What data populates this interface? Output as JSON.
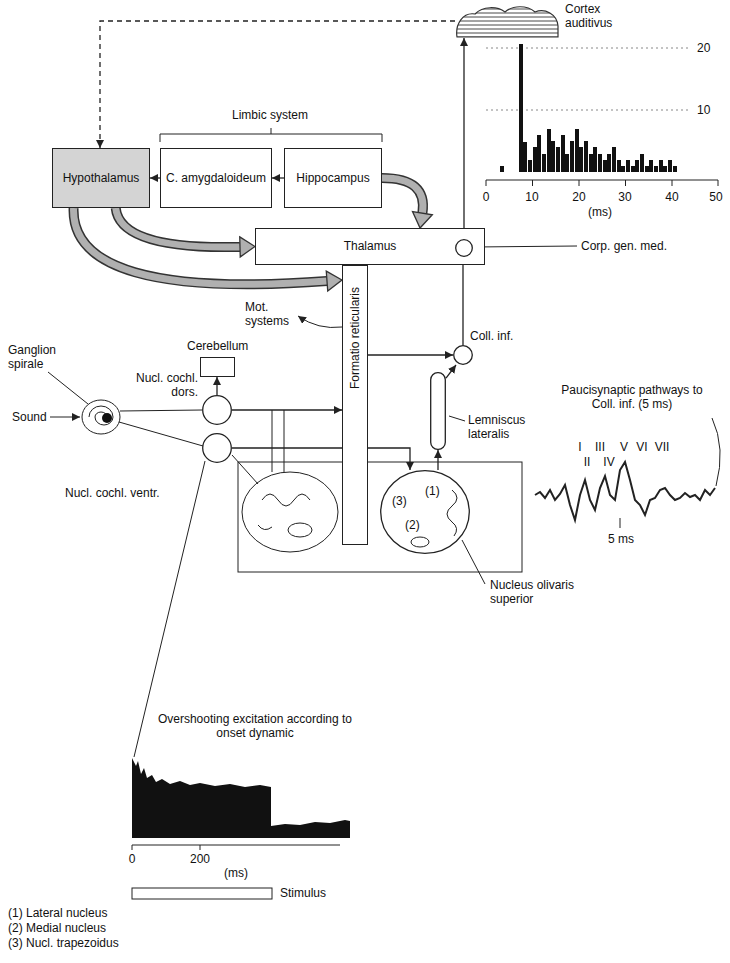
{
  "diagram": {
    "nodes": [
      {
        "text": [
          "Cortex auditivus"
        ]
      },
      {
        "text": [
          "Hypothalamus"
        ]
      },
      {
        "text": [
          "C. amygdaloideum"
        ]
      },
      {
        "text": [
          "Hippocampus"
        ]
      },
      {
        "text": [
          "Thalamus"
        ]
      },
      {
        "text": [
          "Corp. gen. med."
        ],
        "in": 4
      },
      {
        "text": [
          "Formatio reticularis"
        ]
      },
      {
        "text": [
          "Cerebellum"
        ]
      },
      {
        "text": [
          "Coll. inf."
        ]
      },
      {
        "text": [
          "Lemniscus lateralis"
        ]
      },
      {
        "text": [
          "Nucl. cochl. dors."
        ]
      },
      {
        "text": [
          "Nucl. cochl. ventr."
        ]
      },
      {
        "text": [
          "Nucleus olivaris superior"
        ]
      }
    ],
    "edges": [
      {
        "from": 2,
        "to": 1,
        "arrow": "to"
      },
      {
        "from": 3,
        "to": 2,
        "arrow": "to"
      },
      {
        "from": 0,
        "to": 1,
        "arrow": "to"
      },
      {
        "from": 5,
        "to": 0,
        "arrow": "to"
      },
      {
        "from": 8,
        "to": 5,
        "arrow": "to"
      },
      {
        "from": 1,
        "to": 4,
        "arrow": "to"
      },
      {
        "from": 1,
        "to": 6,
        "arrow": "to"
      },
      {
        "from": 3,
        "to": 4,
        "arrow": "to"
      },
      {
        "from": 10,
        "to": 7,
        "arrow": "to"
      },
      {
        "from": 9,
        "to": 8,
        "arrow": "to"
      },
      {
        "from": 12,
        "to": 9,
        "arrow": "to"
      },
      {
        "from": 6,
        "to": 8,
        "arrow": "to"
      },
      {
        "from": 10,
        "to": 6,
        "arrow": "to"
      },
      {
        "from": 11,
        "to": 12,
        "arrow": "to"
      }
    ],
    "labels": [
      "Limbic system",
      "20",
      "10",
      "0",
      "10",
      "20",
      "30",
      "40",
      "50",
      "(ms)",
      "Mot. systems",
      "Ganglion spirale",
      "Sound",
      "Paucisynaptic pathways to Coll. inf. (5 ms)",
      "I",
      "III",
      "V",
      "VI",
      "VII",
      "II",
      "IV",
      "5 ms",
      "(1)",
      "(2)",
      "(3)",
      "Overshooting excitation according to onset dynamic",
      "0",
      "200",
      "(ms)",
      "Stimulus",
      "(1) Lateral nucleus",
      "(2) Medial nucleus",
      "(3) Nucl. trapezoidus"
    ]
  }
}
